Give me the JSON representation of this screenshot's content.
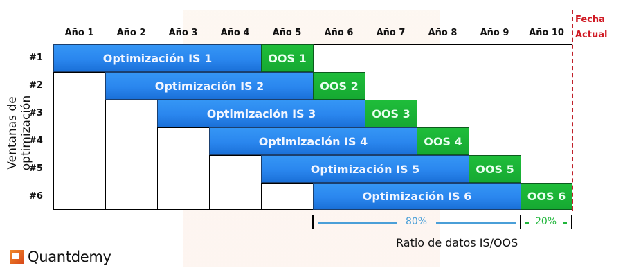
{
  "header": {
    "columns": [
      "Año 1",
      "Año 2",
      "Año 3",
      "Año 4",
      "Año 5",
      "Año 6",
      "Año 7",
      "Año 8",
      "Año 9",
      "Año 10"
    ],
    "today_label_line1": "Fecha",
    "today_label_line2": "Actual"
  },
  "yaxis": {
    "title": "Ventanas de optimización",
    "rows": [
      "#1",
      "#2",
      "#3",
      "#4",
      "#5",
      "#6"
    ]
  },
  "windows": [
    {
      "is_label": "Optimización IS 1",
      "oos_label": "OOS 1",
      "is_start": 1,
      "is_end": 4,
      "oos_year": 5
    },
    {
      "is_label": "Optimización IS 2",
      "oos_label": "OOS 2",
      "is_start": 2,
      "is_end": 5,
      "oos_year": 6
    },
    {
      "is_label": "Optimización IS 3",
      "oos_label": "OOS 3",
      "is_start": 3,
      "is_end": 6,
      "oos_year": 7
    },
    {
      "is_label": "Optimización IS 4",
      "oos_label": "OOS 4",
      "is_start": 4,
      "is_end": 7,
      "oos_year": 8
    },
    {
      "is_label": "Optimización IS 5",
      "oos_label": "OOS 5",
      "is_start": 5,
      "is_end": 8,
      "oos_year": 9
    },
    {
      "is_label": "Optimización IS 6",
      "oos_label": "OOS 6",
      "is_start": 6,
      "is_end": 9,
      "oos_year": 10
    }
  ],
  "ratio": {
    "is_pct": "80%",
    "oos_pct": "20%",
    "title": "Ratio de datos IS/OOS"
  },
  "colors": {
    "is_blue": "#2a86ee",
    "oos_green": "#16a932",
    "today_red": "#d01a24",
    "ratio_is": "#4a9fd8",
    "ratio_oos": "#1fb53a"
  },
  "logo": {
    "name": "Quantdemy"
  }
}
